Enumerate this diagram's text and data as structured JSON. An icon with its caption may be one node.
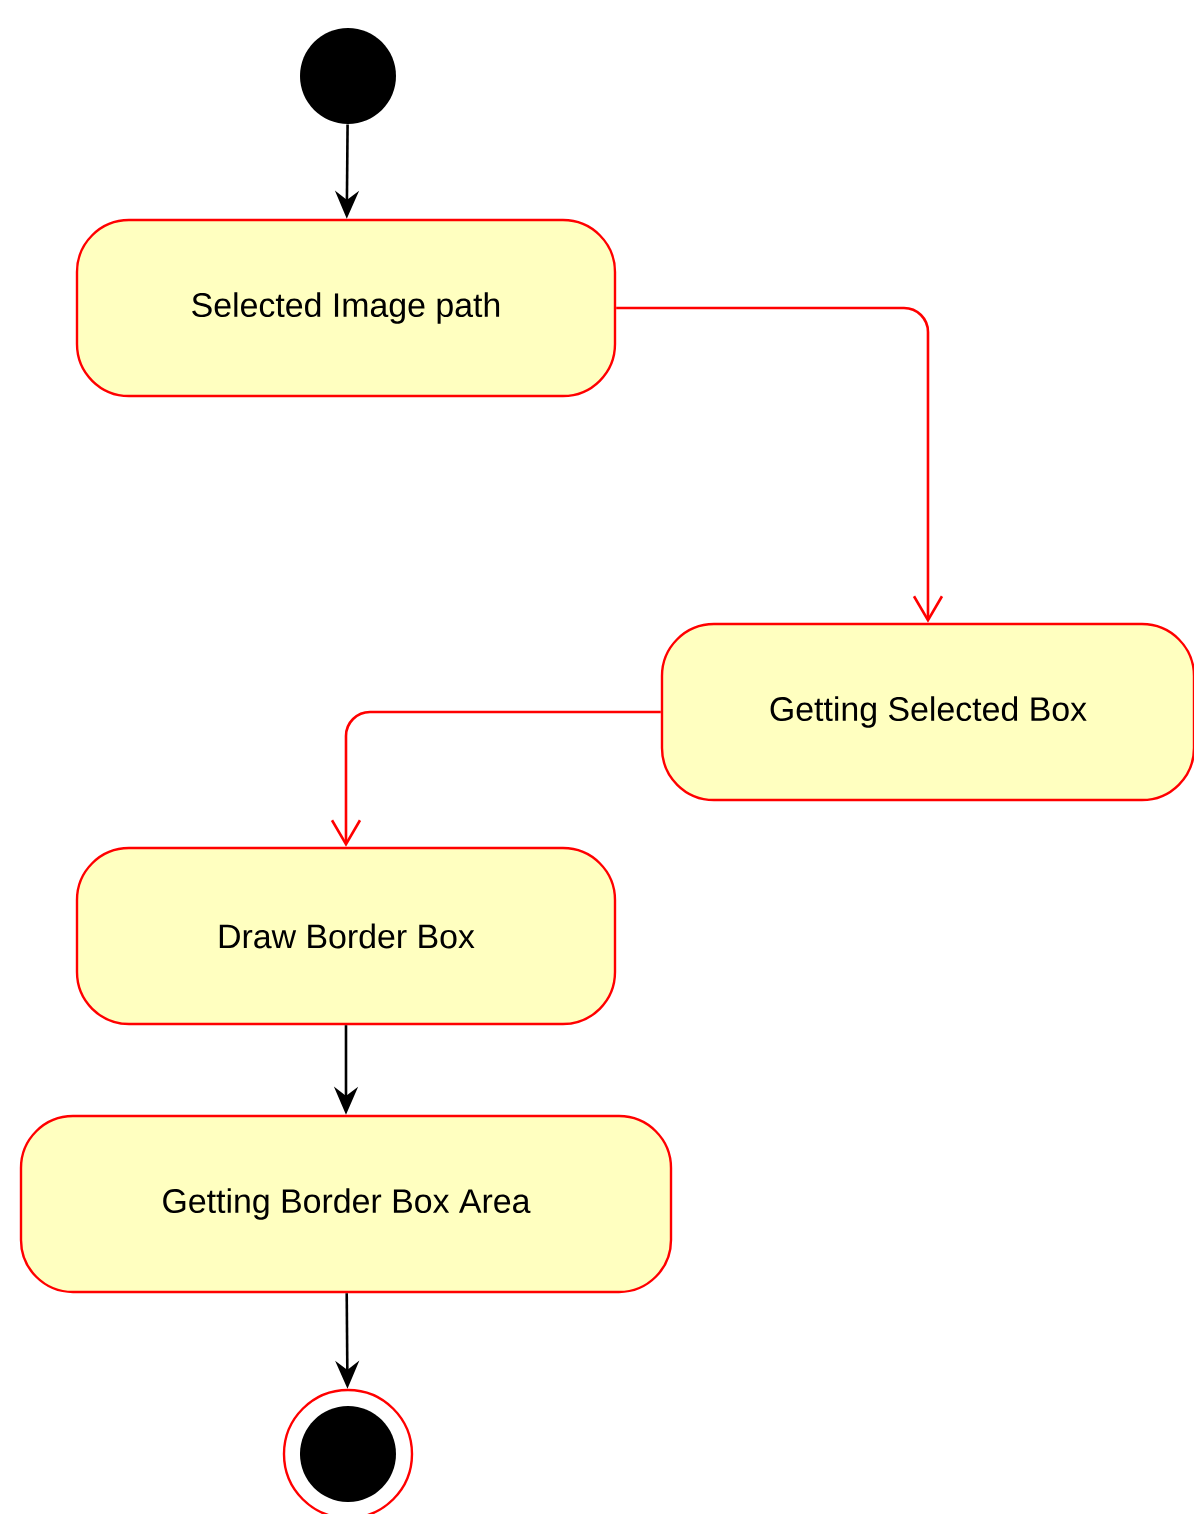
{
  "diagram": {
    "nodes": [
      {
        "text": [],
        "shape": "circle"
      },
      {
        "text": [
          "Selected Image path"
        ]
      },
      {
        "text": [
          "Getting Selected Box"
        ]
      },
      {
        "text": [
          "Draw Border Box"
        ]
      },
      {
        "text": [
          "Getting Border Box Area"
        ]
      },
      {
        "text": [],
        "shape": "circle"
      }
    ],
    "edges": [
      {
        "from": 0,
        "to": 1,
        "arrow": "to"
      },
      {
        "from": 1,
        "to": 2,
        "arrow": "to",
        "color": "#ff0000"
      },
      {
        "from": 2,
        "to": 3,
        "arrow": "to",
        "color": "#ff0000"
      },
      {
        "from": 3,
        "to": 4,
        "arrow": "to"
      },
      {
        "from": 4,
        "to": 5,
        "arrow": "to"
      }
    ]
  }
}
